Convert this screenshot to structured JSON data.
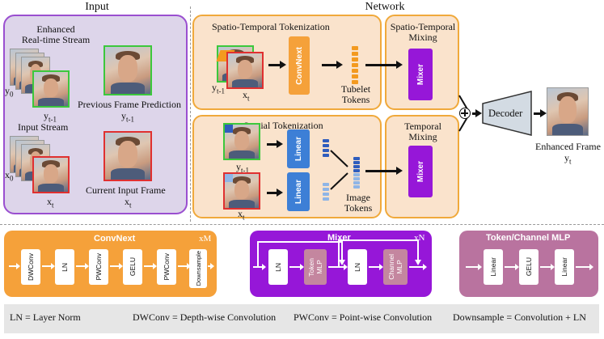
{
  "headers": {
    "input": "Input",
    "network": "Network"
  },
  "input": {
    "enhanced_stream": "Enhanced\nReal-time Stream",
    "prev_frame_pred": "Previous Frame Prediction",
    "input_stream": "Input Stream",
    "current_input": "Current Input Frame",
    "y0": "y",
    "y0_sub": "0",
    "yt1": "y",
    "yt1_sub": "t-1",
    "x0": "x",
    "x0_sub": "0",
    "xt": "x",
    "xt_sub": "t"
  },
  "network": {
    "st_tokenization": "Spatio-Temporal Tokenization",
    "spatial_tokenization": "Spatial Tokenization",
    "st_mixing": "Spatio-Temporal\nMixing",
    "temporal_mixing": "Temporal\nMixing",
    "convnext": "ConvNext",
    "mixer": "Mixer",
    "linear": "Linear",
    "tubelet_tokens": "Tubelet\nTokens",
    "image_tokens": "Image\nTokens",
    "decoder": "Decoder",
    "enhanced_frame": "Enhanced Frame",
    "yt": "y",
    "yt_sub": "t",
    "yt1": "y",
    "yt1_sub": "t-1",
    "xt": "x",
    "xt_sub": "t"
  },
  "bottom": {
    "convnext": {
      "title": "ConvNext",
      "repeat": "xM",
      "blocks": [
        "DWConv",
        "LN",
        "PWConv",
        "GELU",
        "PWConv",
        "Downsample"
      ]
    },
    "mixer": {
      "title": "Mixer",
      "repeat": "xN",
      "blocks": [
        "LN",
        "Token\nMLP",
        "LN",
        "Channel\nMLP"
      ]
    },
    "mlp": {
      "title": "Token/Channel MLP",
      "blocks": [
        "Linear",
        "GELU",
        "Linear"
      ]
    }
  },
  "legend": [
    "LN = Layer Norm",
    "DWConv = Depth-wise Convolution",
    "PWConv = Point-wise Convolution",
    "Downsample = Convolution + LN"
  ],
  "colors": {
    "input_panel": "#ddd5ea",
    "input_border": "#9a4fd0",
    "net_panel": "#fae3cc",
    "net_border": "#f0a93b",
    "convnext": "#f5a13a",
    "mixer": "#9617d8",
    "linear": "#3d7fd6",
    "mlp": "#b9739f"
  }
}
